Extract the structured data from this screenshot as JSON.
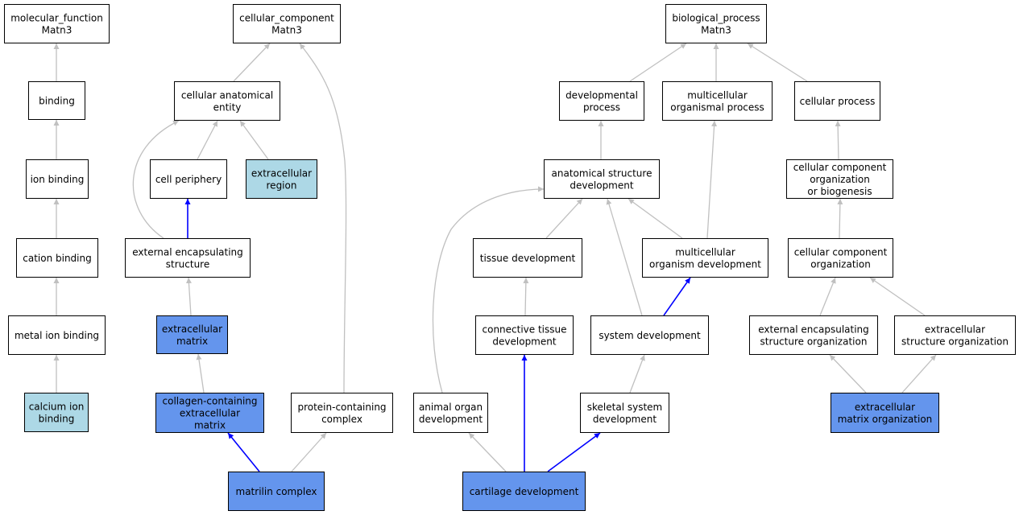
{
  "colors": {
    "plain": "#ffffff",
    "light": "#add8e6",
    "dark": "#6495ed",
    "edge_gray": "#c0c0c0",
    "edge_blue": "#0000ff"
  },
  "nodes": [
    {
      "id": "mf",
      "lines": [
        "molecular_function",
        "Matn3"
      ],
      "style": "plain"
    },
    {
      "id": "binding",
      "lines": [
        "binding"
      ],
      "style": "plain"
    },
    {
      "id": "ionbind",
      "lines": [
        "ion binding"
      ],
      "style": "plain"
    },
    {
      "id": "cationbind",
      "lines": [
        "cation binding"
      ],
      "style": "plain"
    },
    {
      "id": "metalion",
      "lines": [
        "metal ion binding"
      ],
      "style": "plain"
    },
    {
      "id": "calcium",
      "lines": [
        "calcium ion",
        "binding"
      ],
      "style": "light"
    },
    {
      "id": "cc",
      "lines": [
        "cellular_component",
        "Matn3"
      ],
      "style": "plain"
    },
    {
      "id": "cae",
      "lines": [
        "cellular anatomical",
        "entity"
      ],
      "style": "plain"
    },
    {
      "id": "cellper",
      "lines": [
        "cell periphery"
      ],
      "style": "plain"
    },
    {
      "id": "extreg",
      "lines": [
        "extracellular",
        "region"
      ],
      "style": "light"
    },
    {
      "id": "extenc",
      "lines": [
        "external encapsulating",
        "structure"
      ],
      "style": "plain"
    },
    {
      "id": "ecm",
      "lines": [
        "extracellular",
        "matrix"
      ],
      "style": "dark"
    },
    {
      "id": "collagen",
      "lines": [
        "collagen-containing",
        "extracellular",
        "matrix"
      ],
      "style": "dark"
    },
    {
      "id": "protcomplex",
      "lines": [
        "protein-containing",
        "complex"
      ],
      "style": "plain"
    },
    {
      "id": "matrilin",
      "lines": [
        "matrilin complex"
      ],
      "style": "dark"
    },
    {
      "id": "bp",
      "lines": [
        "biological_process",
        "Matn3"
      ],
      "style": "plain"
    },
    {
      "id": "devproc",
      "lines": [
        "developmental",
        "process"
      ],
      "style": "plain"
    },
    {
      "id": "multiorg",
      "lines": [
        "multicellular",
        "organismal process"
      ],
      "style": "plain"
    },
    {
      "id": "cellproc",
      "lines": [
        "cellular process"
      ],
      "style": "plain"
    },
    {
      "id": "anatdev",
      "lines": [
        "anatomical structure",
        "development"
      ],
      "style": "plain"
    },
    {
      "id": "ccob",
      "lines": [
        "cellular component",
        "organization",
        "or biogenesis"
      ],
      "style": "plain"
    },
    {
      "id": "tissuedev",
      "lines": [
        "tissue development"
      ],
      "style": "plain"
    },
    {
      "id": "multidev",
      "lines": [
        "multicellular",
        "organism development"
      ],
      "style": "plain"
    },
    {
      "id": "cco",
      "lines": [
        "cellular component",
        "organization"
      ],
      "style": "plain"
    },
    {
      "id": "conndev",
      "lines": [
        "connective tissue",
        "development"
      ],
      "style": "plain"
    },
    {
      "id": "sysdev",
      "lines": [
        "system development"
      ],
      "style": "plain"
    },
    {
      "id": "extencorg",
      "lines": [
        "external encapsulating",
        "structure organization"
      ],
      "style": "plain"
    },
    {
      "id": "extstructorg",
      "lines": [
        "extracellular",
        "structure organization"
      ],
      "style": "plain"
    },
    {
      "id": "animalorgan",
      "lines": [
        "animal organ",
        "development"
      ],
      "style": "plain"
    },
    {
      "id": "skeletal",
      "lines": [
        "skeletal system",
        "development"
      ],
      "style": "plain"
    },
    {
      "id": "ecmorg",
      "lines": [
        "extracellular",
        "matrix organization"
      ],
      "style": "dark"
    },
    {
      "id": "cartilage",
      "lines": [
        "cartilage development"
      ],
      "style": "dark"
    }
  ],
  "edges": [
    {
      "from": "binding",
      "to": "mf",
      "color": "gray"
    },
    {
      "from": "ionbind",
      "to": "binding",
      "color": "gray"
    },
    {
      "from": "cationbind",
      "to": "ionbind",
      "color": "gray"
    },
    {
      "from": "metalion",
      "to": "cationbind",
      "color": "gray"
    },
    {
      "from": "calcium",
      "to": "metalion",
      "color": "gray"
    },
    {
      "from": "cae",
      "to": "cc",
      "color": "gray"
    },
    {
      "from": "cellper",
      "to": "cae",
      "color": "gray"
    },
    {
      "from": "extreg",
      "to": "cae",
      "color": "gray"
    },
    {
      "from": "extenc",
      "to": "cae",
      "color": "gray"
    },
    {
      "from": "extenc",
      "to": "cellper",
      "color": "blue"
    },
    {
      "from": "ecm",
      "to": "extenc",
      "color": "gray"
    },
    {
      "from": "collagen",
      "to": "ecm",
      "color": "gray"
    },
    {
      "from": "matrilin",
      "to": "collagen",
      "color": "blue"
    },
    {
      "from": "matrilin",
      "to": "protcomplex",
      "color": "gray"
    },
    {
      "from": "protcomplex",
      "to": "cc",
      "color": "gray"
    },
    {
      "from": "devproc",
      "to": "bp",
      "color": "gray"
    },
    {
      "from": "multiorg",
      "to": "bp",
      "color": "gray"
    },
    {
      "from": "cellproc",
      "to": "bp",
      "color": "gray"
    },
    {
      "from": "anatdev",
      "to": "devproc",
      "color": "gray"
    },
    {
      "from": "ccob",
      "to": "cellproc",
      "color": "gray"
    },
    {
      "from": "tissuedev",
      "to": "anatdev",
      "color": "gray"
    },
    {
      "from": "multidev",
      "to": "anatdev",
      "color": "gray"
    },
    {
      "from": "multidev",
      "to": "multiorg",
      "color": "gray"
    },
    {
      "from": "sysdev",
      "to": "anatdev",
      "color": "gray"
    },
    {
      "from": "sysdev",
      "to": "multidev",
      "color": "blue"
    },
    {
      "from": "animalorgan",
      "to": "anatdev",
      "color": "gray"
    },
    {
      "from": "conndev",
      "to": "tissuedev",
      "color": "gray"
    },
    {
      "from": "skeletal",
      "to": "sysdev",
      "color": "gray"
    },
    {
      "from": "cartilage",
      "to": "conndev",
      "color": "blue"
    },
    {
      "from": "cartilage",
      "to": "skeletal",
      "color": "blue"
    },
    {
      "from": "cartilage",
      "to": "animalorgan",
      "color": "gray"
    },
    {
      "from": "cco",
      "to": "ccob",
      "color": "gray"
    },
    {
      "from": "extencorg",
      "to": "cco",
      "color": "gray"
    },
    {
      "from": "extstructorg",
      "to": "cco",
      "color": "gray"
    },
    {
      "from": "ecmorg",
      "to": "extencorg",
      "color": "gray"
    },
    {
      "from": "ecmorg",
      "to": "extstructorg",
      "color": "gray"
    }
  ]
}
